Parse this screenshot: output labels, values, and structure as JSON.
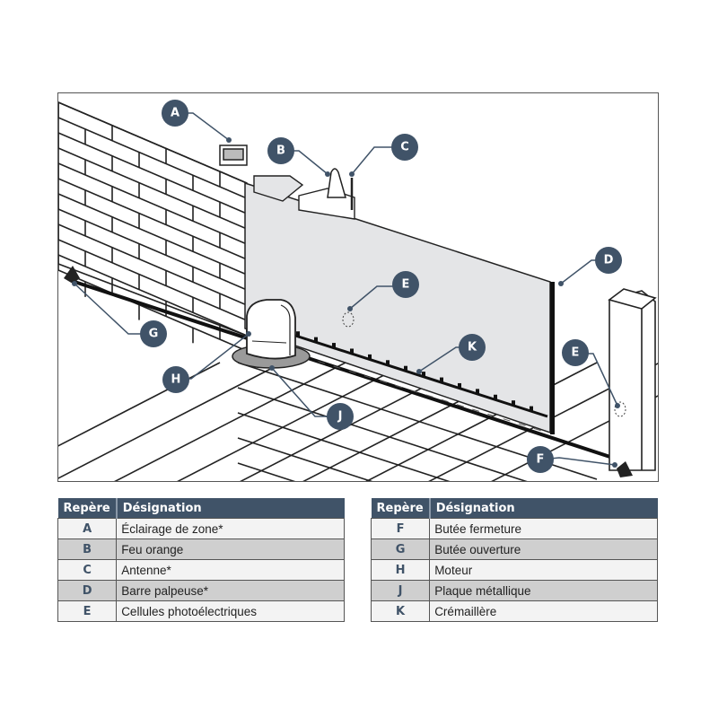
{
  "diagram": {
    "callouts": [
      "A",
      "B",
      "C",
      "D",
      "E",
      "E",
      "F",
      "G",
      "H",
      "J",
      "K"
    ],
    "colors": {
      "callout": "#405368",
      "gate": "#e4e5e7",
      "stroke": "#222222",
      "header": "#405368",
      "row_alt": "#cfcfcf",
      "row_norm": "#f3f3f3"
    }
  },
  "legend_left": {
    "headers": [
      "Repère",
      "Désignation"
    ],
    "rows": [
      {
        "code": "A",
        "label": "Éclairage de zone*"
      },
      {
        "code": "B",
        "label": "Feu orange"
      },
      {
        "code": "C",
        "label": "Antenne*"
      },
      {
        "code": "D",
        "label": "Barre palpeuse*"
      },
      {
        "code": "E",
        "label": "Cellules photoélectriques"
      }
    ]
  },
  "legend_right": {
    "headers": [
      "Repère",
      "Désignation"
    ],
    "rows": [
      {
        "code": "F",
        "label": "Butée fermeture"
      },
      {
        "code": "G",
        "label": "Butée ouverture"
      },
      {
        "code": "H",
        "label": "Moteur"
      },
      {
        "code": "J",
        "label": "Plaque métallique"
      },
      {
        "code": "K",
        "label": "Crémaillère"
      }
    ]
  }
}
